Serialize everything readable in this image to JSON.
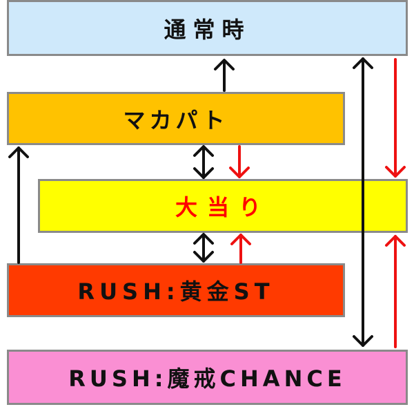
{
  "states": {
    "normal": "通常時",
    "makapato": "マカパト",
    "bigwin": "大当り",
    "rush_st": "RUSH:黄金ST",
    "rush_chance": "RUSH:魔戒CHANCE"
  },
  "colors": {
    "normal_bg": "#cfe9fb",
    "makapato_bg": "#ffc200",
    "bigwin_bg": "#ffff00",
    "bigwin_text": "#ff0000",
    "rush_st_bg": "#ff3a00",
    "rush_chance_bg": "#fa8fd3",
    "arrow_black": "#111111",
    "arrow_red": "#ee1111"
  },
  "transitions": [
    {
      "from": "makapato",
      "to": "normal",
      "color": "black"
    },
    {
      "from": "bigwin",
      "to": "makapato",
      "color": "black"
    },
    {
      "from": "makapato",
      "to": "bigwin",
      "color": "red"
    },
    {
      "from": "bigwin",
      "to": "rush_st",
      "color": "black"
    },
    {
      "from": "rush_st",
      "to": "bigwin",
      "color": "red"
    },
    {
      "from": "rush_st",
      "to": "makapato",
      "color": "black"
    },
    {
      "from": "normal",
      "to": "rush_chance",
      "color": "black"
    },
    {
      "from": "normal",
      "to": "bigwin",
      "color": "red"
    },
    {
      "from": "rush_chance",
      "to": "bigwin",
      "color": "red"
    }
  ]
}
